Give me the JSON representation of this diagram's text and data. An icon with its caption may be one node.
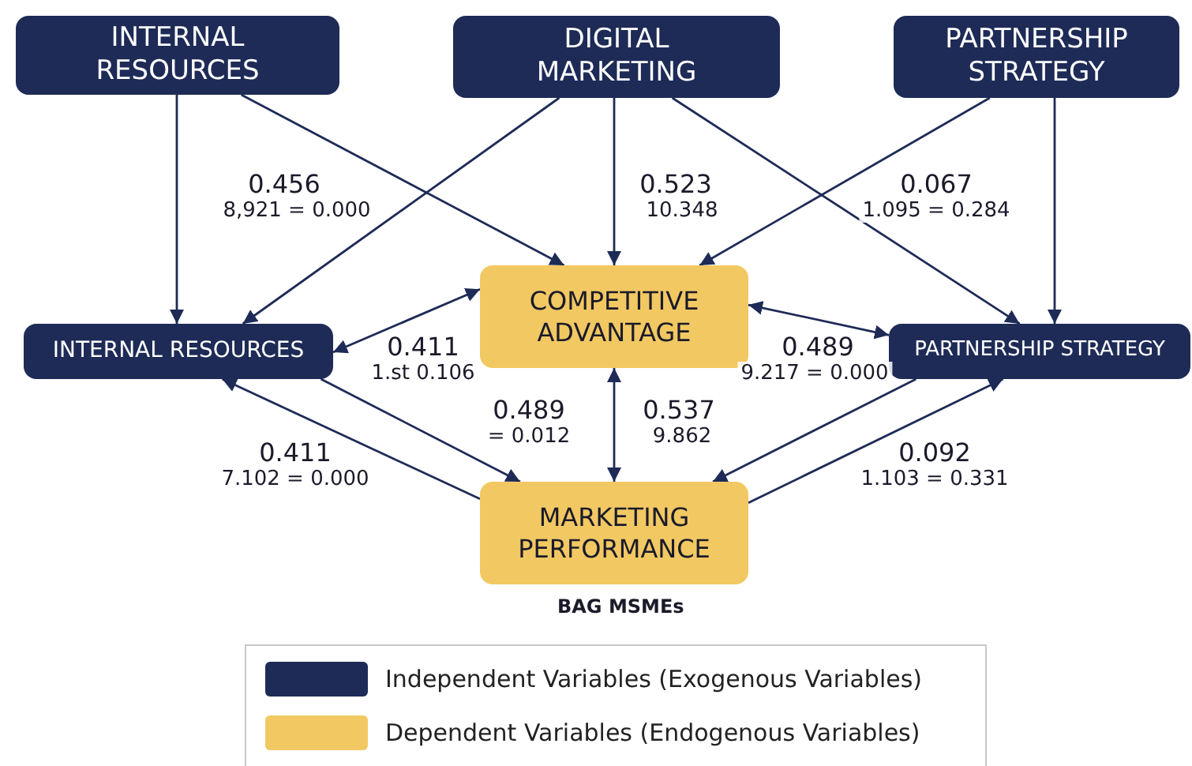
{
  "diagram": {
    "nodes": [
      {
        "text": [
          "INTERNAL RESOURCES"
        ]
      },
      {
        "text": [
          "DIGITAL MARKETING"
        ]
      },
      {
        "text": [
          "PARTNERSHIP STRATEGY"
        ]
      },
      {
        "text": [
          "COMPETITIVE ADVANTAGE"
        ]
      },
      {
        "text": [
          "INTERNAL RESOURCES"
        ]
      },
      {
        "text": [
          "PARTNERSHIP STRATEGY"
        ]
      },
      {
        "text": [
          "MARKETING PERFORMANCE"
        ],
        "beside": [
          "BAG MSMEs"
        ]
      }
    ],
    "edges": [
      {
        "from": 0,
        "to": 4,
        "arrow": "to"
      },
      {
        "from": 0,
        "to": 3,
        "arrow": "to"
      },
      {
        "from": 1,
        "to": 4,
        "arrow": "to"
      },
      {
        "from": 1,
        "to": 3,
        "arrow": "to"
      },
      {
        "from": 1,
        "to": 5,
        "arrow": "to"
      },
      {
        "from": 2,
        "to": 3,
        "arrow": "to"
      },
      {
        "from": 2,
        "to": 5,
        "arrow": "to"
      },
      {
        "from": 4,
        "to": 3,
        "arrow": "both"
      },
      {
        "from": 3,
        "to": 5,
        "arrow": "both"
      },
      {
        "from": 3,
        "to": 6,
        "arrow": "both"
      },
      {
        "from": 4,
        "to": 6,
        "arrow": "to"
      },
      {
        "from": 6,
        "to": 4,
        "arrow": "to"
      },
      {
        "from": 5,
        "to": 6,
        "arrow": "to"
      },
      {
        "from": 6,
        "to": 5,
        "arrow": "to"
      }
    ],
    "labels": [
      "0.456",
      "8,921 = 0.000",
      "0.523",
      "10.348",
      "0.067",
      "1.095 = 0.284",
      "0.411",
      "1.st 0.106",
      "0.489",
      "9.217 = 0.000",
      "0.489",
      "= 0.012",
      "0.537",
      "9.862",
      "0.411",
      "7.102 = 0.000",
      "0.092",
      "1.103 = 0.331"
    ],
    "legend": [
      {
        "text": "Independent Variables (Exogenous Variables)",
        "color": "#1e2b57"
      },
      {
        "text": "Dependent Variables (Endogenous Variables)",
        "color": "#f2c862"
      }
    ]
  }
}
